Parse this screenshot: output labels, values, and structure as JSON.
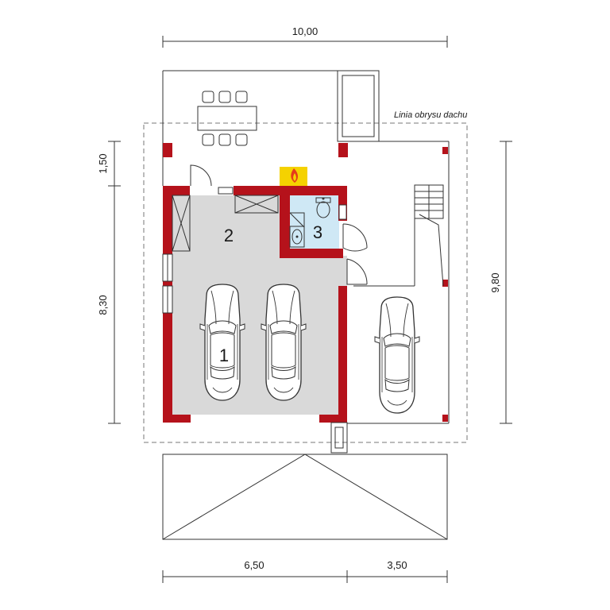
{
  "dimensions": {
    "top_total": "10,00",
    "bottom_left": "6,50",
    "bottom_right": "3,50",
    "left_upper": "1,50",
    "left_lower": "8,30",
    "right_total": "9,80"
  },
  "roof_outline_label": "Linia obrysu dachu",
  "rooms": [
    {
      "number": "1"
    },
    {
      "number": "2"
    },
    {
      "number": "3"
    }
  ],
  "colors": {
    "wall": "#b5121b",
    "floor": "#d9d9d9",
    "bathroom": "#cfe8f5",
    "fireplace": "#f5d200"
  }
}
